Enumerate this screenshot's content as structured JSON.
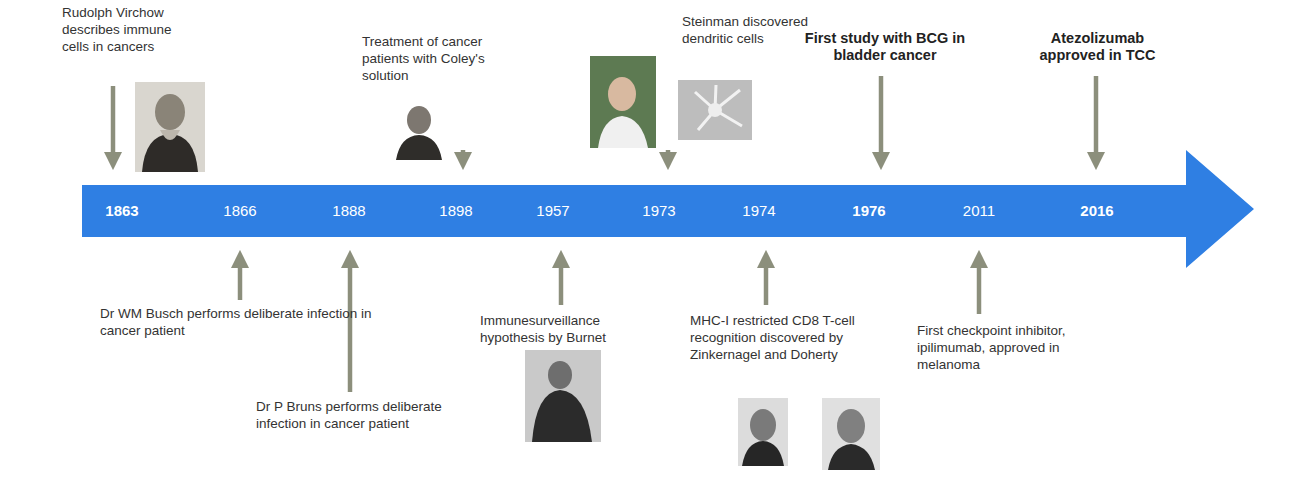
{
  "diagram": {
    "nodes": [
      {
        "text": [
          "1863",
          "1866",
          "1888",
          "1898",
          "1957",
          "1973",
          "1974",
          "1976",
          "2011",
          "2016"
        ]
      }
    ],
    "labels": [
      "Rudolph Virchow describes immune cells in cancers",
      "Dr WM Busch performs deliberate infection in cancer patient",
      "Dr P Bruns performs deliberate infection in cancer patient",
      "Treatment of cancer patients with Coley's solution",
      "Immunesurveillance hypothesis by Burnet",
      "Steinman discovered dendritic cells",
      "MHC-I restricted CD8 T-cell recognition discovered by Zinkernagel and Doherty",
      "First study with BCG in bladder cancer",
      "First checkpoint inhibitor, ipilimumab, approved in melanoma",
      "Atezolizumab approved in TCC"
    ]
  }
}
